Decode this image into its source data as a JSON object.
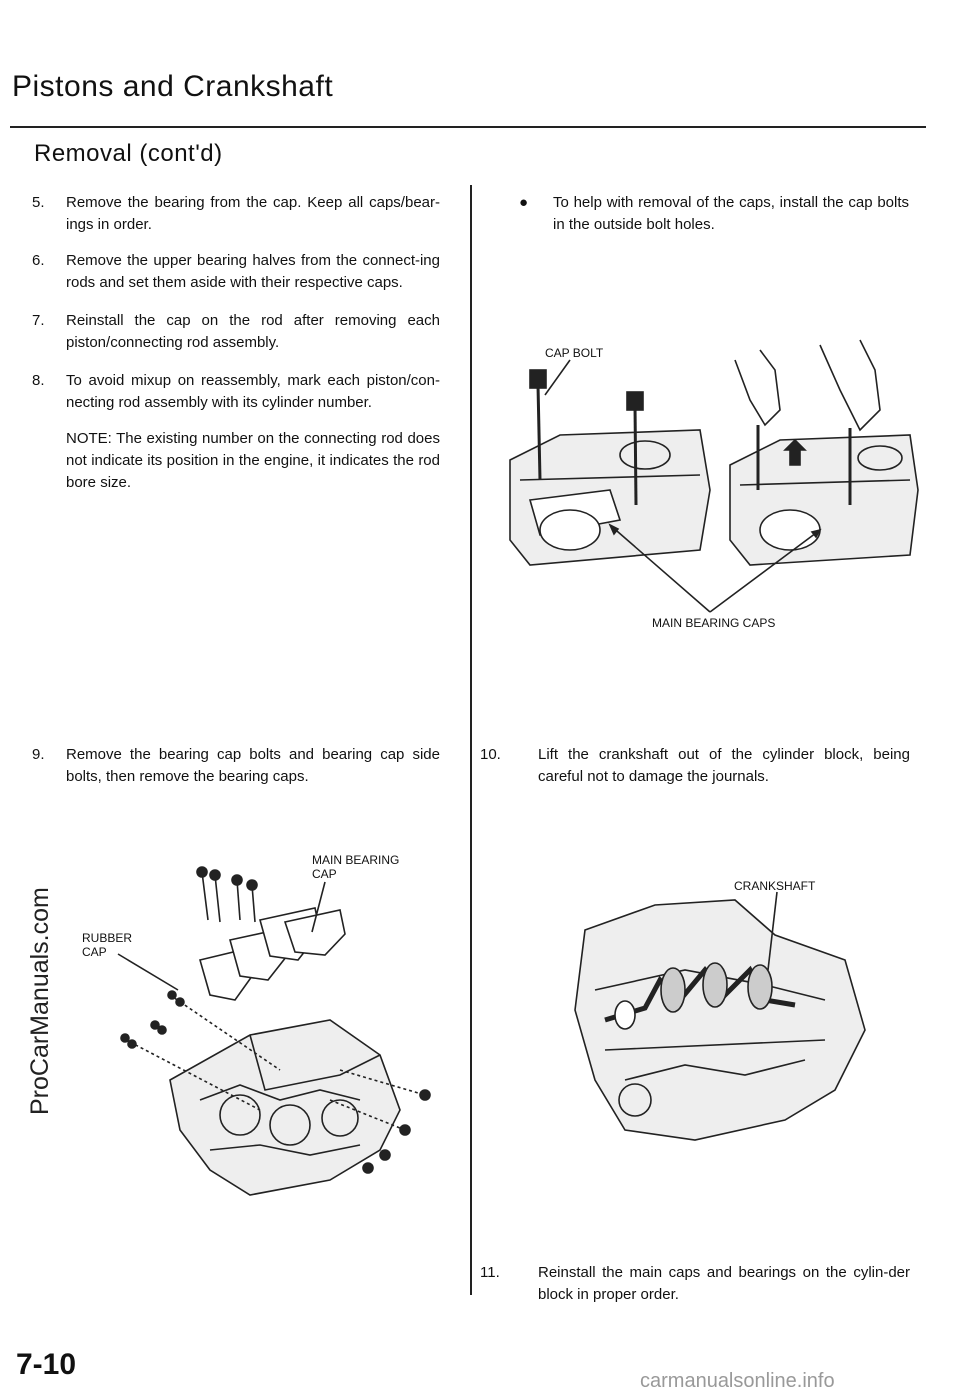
{
  "header": {
    "title": "Pistons and Crankshaft",
    "subtitle": "Removal (cont'd)"
  },
  "left_column": {
    "steps": [
      {
        "num": "5.",
        "text": "Remove the bearing from the cap. Keep all caps/bear-ings in order."
      },
      {
        "num": "6.",
        "text": "Remove the upper bearing halves from the connect-ing rods and set them aside with their respective caps."
      },
      {
        "num": "7.",
        "text": "Reinstall the cap on the rod after removing each piston/connecting rod assembly."
      },
      {
        "num": "8.",
        "text": "To avoid mixup on reassembly, mark each piston/con-necting rod assembly with its cylinder number."
      }
    ],
    "note": "NOTE: The existing number on the connecting rod does not indicate its position in the engine, it indicates the rod bore size.",
    "step9": {
      "num": "9.",
      "text": "Remove the bearing cap bolts and bearing cap side bolts, then remove the bearing caps."
    },
    "figure_labels": {
      "main_bearing_cap": "MAIN BEARING CAP",
      "rubber_cap": "RUBBER CAP"
    }
  },
  "right_column": {
    "bullet": "To help with removal of the caps, install the cap bolts in the outside bolt holes.",
    "figure_labels": {
      "cap_bolt": "CAP BOLT",
      "main_bearing_caps": "MAIN BEARING CAPS",
      "crankshaft": "CRANKSHAFT"
    },
    "step10": {
      "num": "10.",
      "text": "Lift the crankshaft out of the cylinder block, being careful not to damage the journals."
    },
    "step11": {
      "num": "11.",
      "text": "Reinstall the main caps and bearings on the cylin-der block in proper order."
    }
  },
  "watermark": "ProCarManuals.com",
  "page_number": "7-10",
  "footer": "carmanualsonline.info"
}
